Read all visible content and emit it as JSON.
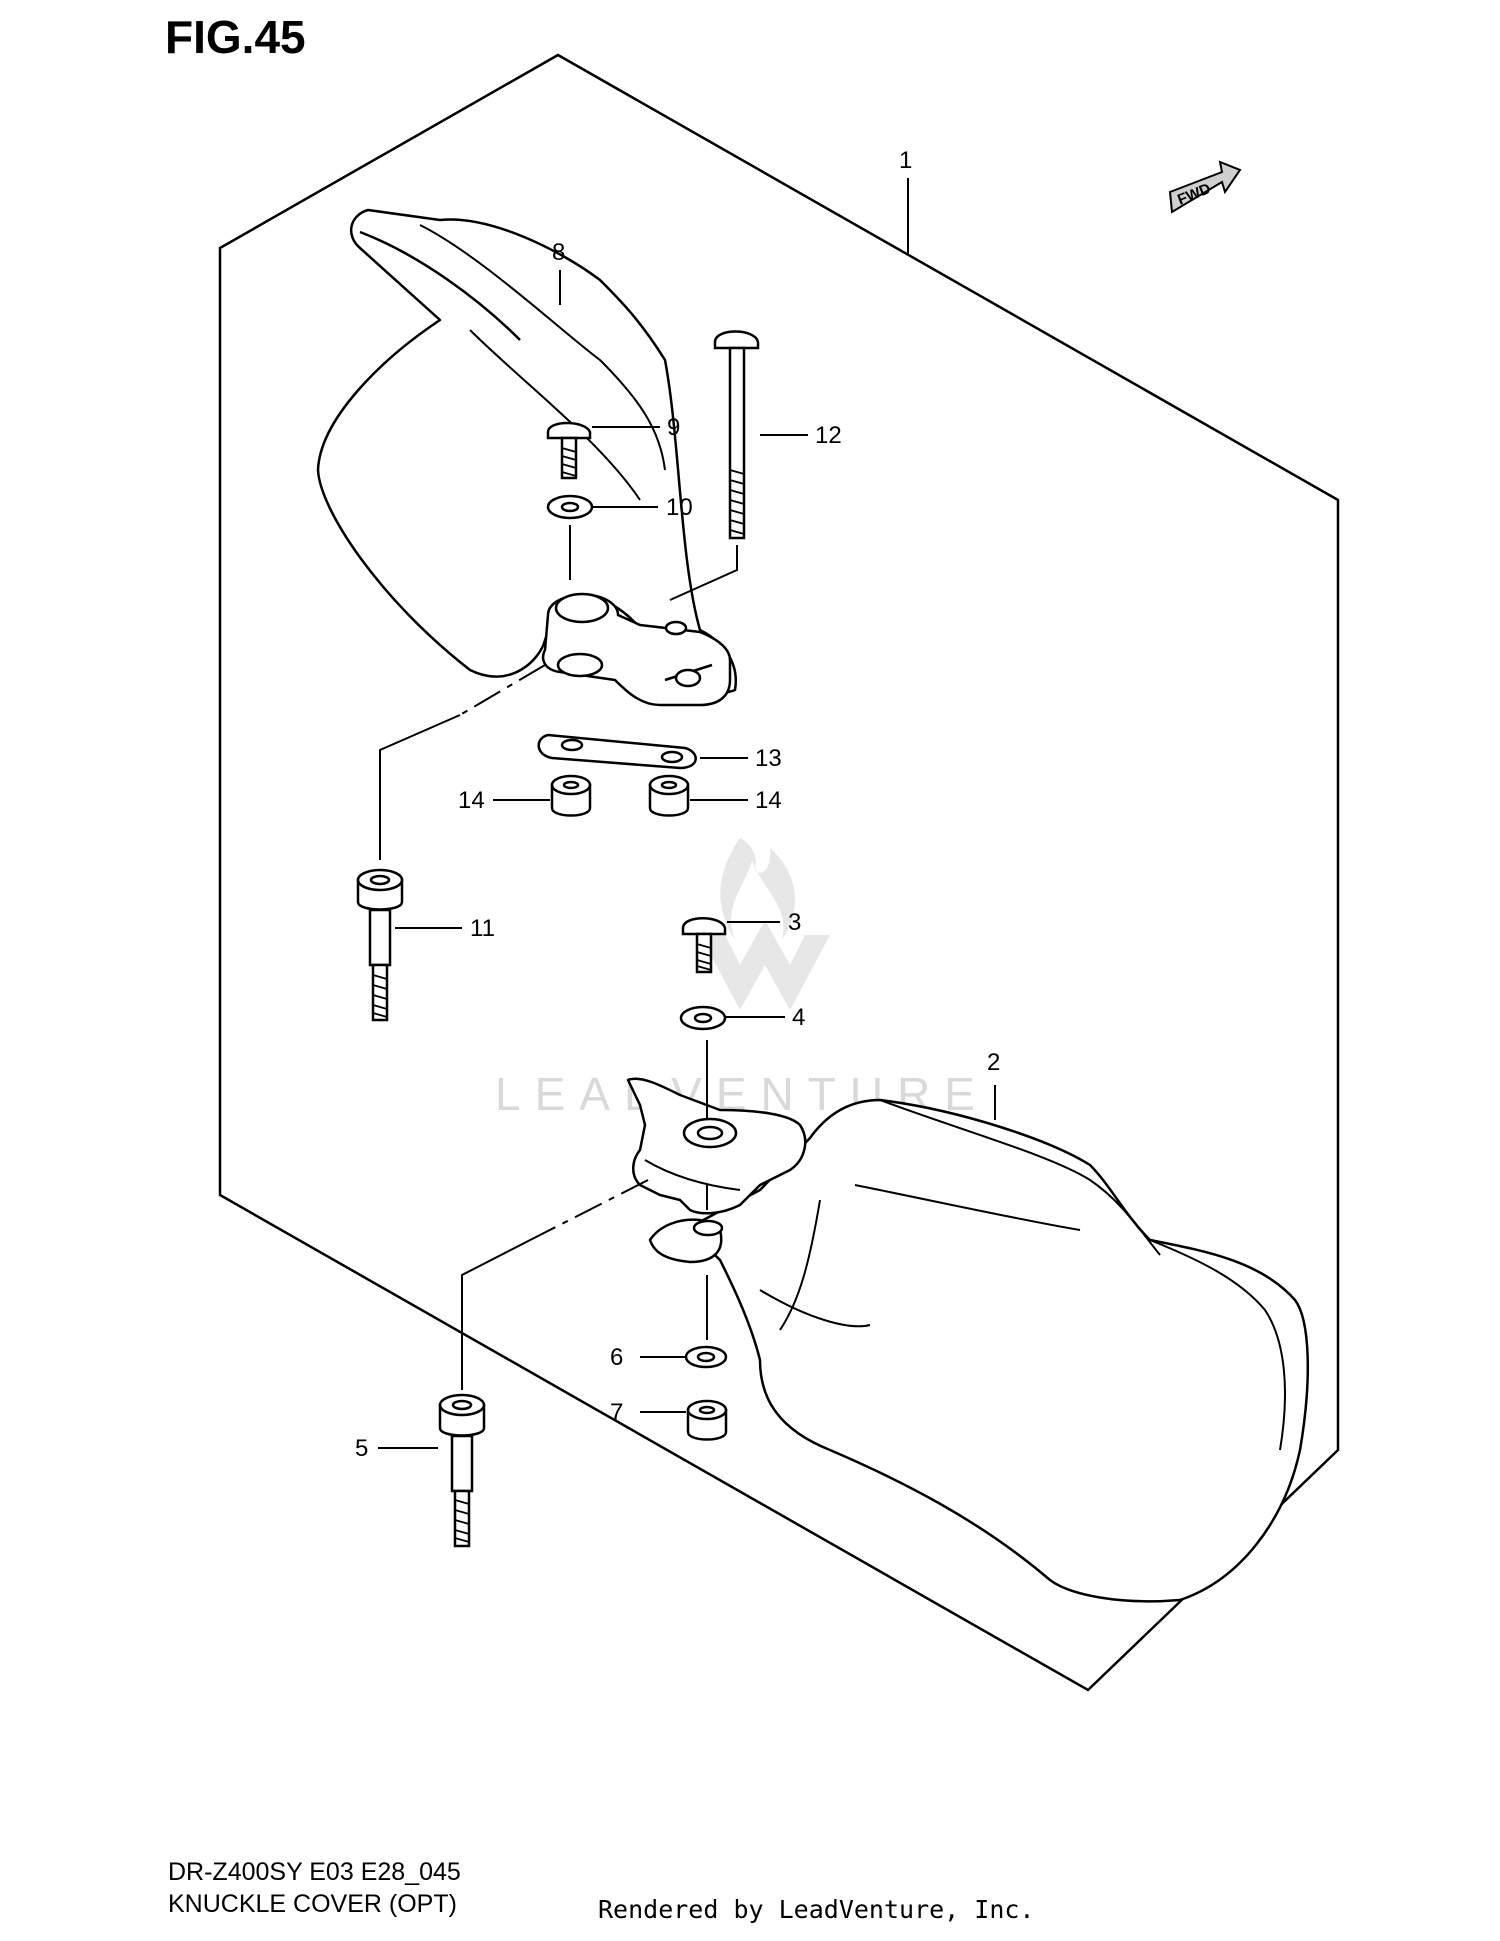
{
  "figure": {
    "title": "FIG.45"
  },
  "footer": {
    "model_code": "DR-Z400SY E03 E28_045",
    "caption": "KNUCKLE COVER (OPT)",
    "credit": "Rendered by LeadVenture, Inc."
  },
  "watermark": {
    "text": "LEADVENTURE"
  },
  "direction_badge": {
    "text": "FWD"
  },
  "callouts": [
    {
      "id": "1",
      "label": "1"
    },
    {
      "id": "2",
      "label": "2"
    },
    {
      "id": "3",
      "label": "3"
    },
    {
      "id": "4",
      "label": "4"
    },
    {
      "id": "5",
      "label": "5"
    },
    {
      "id": "6",
      "label": "6"
    },
    {
      "id": "7",
      "label": "7"
    },
    {
      "id": "8",
      "label": "8"
    },
    {
      "id": "9",
      "label": "9"
    },
    {
      "id": "10",
      "label": "10"
    },
    {
      "id": "11",
      "label": "11"
    },
    {
      "id": "12",
      "label": "12"
    },
    {
      "id": "13",
      "label": "13"
    },
    {
      "id": "14a",
      "label": "14"
    },
    {
      "id": "14b",
      "label": "14"
    }
  ]
}
